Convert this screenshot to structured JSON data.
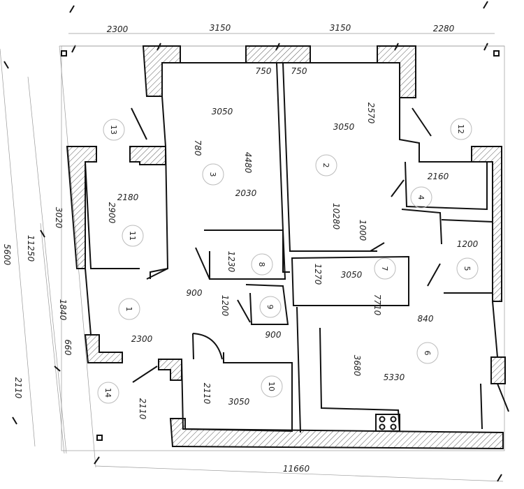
{
  "title": "Apartment floor plan",
  "top_dimensions": [
    "2300",
    "3150",
    "3150",
    "2280"
  ],
  "wall_offsets": [
    "750",
    "750"
  ],
  "left_dimensions": [
    "3020",
    "11250",
    "5600",
    "1840",
    "660",
    "2110"
  ],
  "bottom_dimension": "11660",
  "rooms": [
    "13",
    "12",
    "3",
    "2",
    "11",
    "4",
    "8",
    "5",
    "7",
    "1",
    "9",
    "6",
    "10",
    "14"
  ],
  "inner_dimensions": {
    "r3_width": "3050",
    "r2_width": "3050",
    "r2_side": "2570",
    "r3_door": "780",
    "r3_length": "4480",
    "r3_lower": "2030",
    "r11_width": "2180",
    "r11_length": "2900",
    "r4_width": "2160",
    "corridor_length": "10280",
    "r7_door": "1000",
    "r5_width": "1200",
    "r8_length": "1230",
    "r7_width": "3050",
    "r7_length": "1270",
    "hall_opening": "900",
    "r9_length": "1200",
    "r6_door": "840",
    "r6_length": "7710",
    "r1_width": "2300",
    "r9_door": "900",
    "kitchen_length": "3680",
    "r6_width": "5330",
    "r10_length": "2110",
    "r10_width": "3050",
    "r14_length": "2110"
  }
}
